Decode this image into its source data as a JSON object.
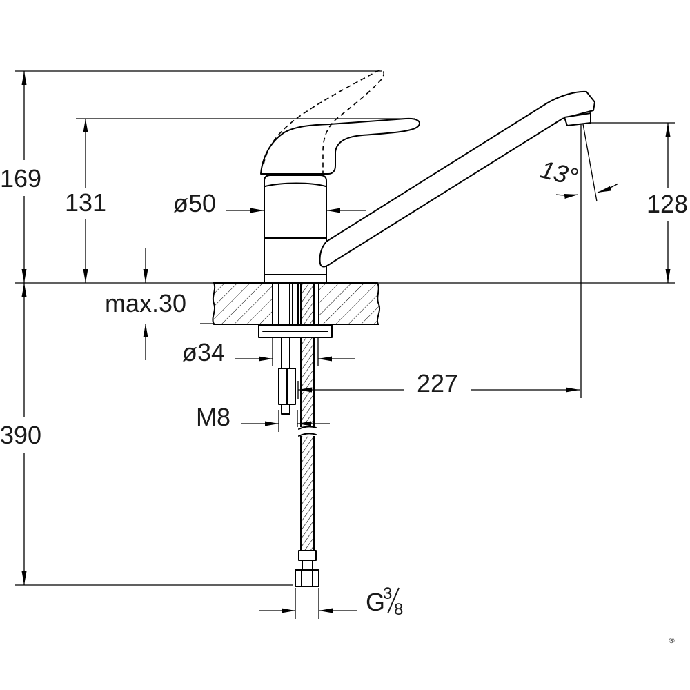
{
  "drawing": {
    "labels": {
      "height_overall": "169",
      "height_handle": "131",
      "body_diameter": "ø50",
      "outlet_height": "128",
      "spout_angle": "13°",
      "counter_thickness": "max.30",
      "hole_diameter": "ø34",
      "spout_reach": "227",
      "stud_thread": "M8",
      "hose_length": "390",
      "hose_thread": {
        "prefix": "G",
        "numerator": "3",
        "denominator": "8"
      }
    },
    "trademark": "®"
  },
  "colors": {
    "line": "#000000",
    "background": "#ffffff"
  }
}
